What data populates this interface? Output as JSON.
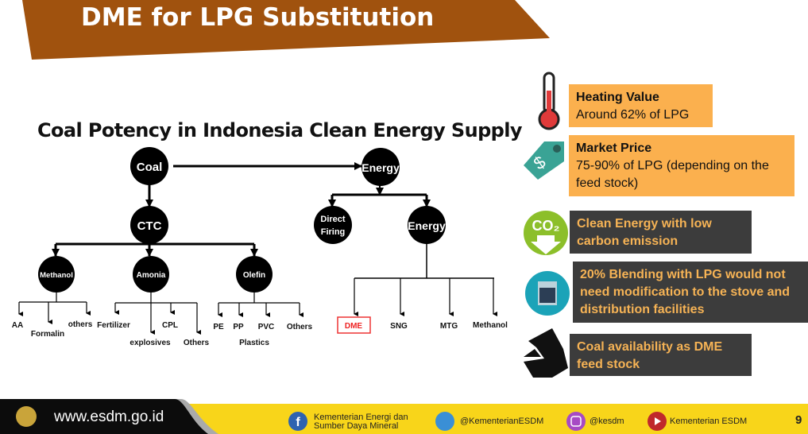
{
  "header": {
    "title": "DME for LPG Substitution",
    "accent": "#A0520E"
  },
  "diagram": {
    "title": "Coal Potency in Indonesia Clean Energy Supply",
    "nodes": {
      "coal": "Coal",
      "energy": "Energy",
      "ctc": "CTC",
      "direct_firing_1": "Direct",
      "direct_firing_2": "Firing",
      "energy2": "Energy",
      "methanol": "Methanol",
      "amonia": "Amonia",
      "olefin": "Olefin"
    },
    "leaves": {
      "aa": "AA",
      "formalin": "Formalin",
      "others1": "others",
      "fertilizer": "Fertilizer",
      "explosives": "explosives",
      "cpl": "CPL",
      "others2": "Others",
      "pe": "PE",
      "pp": "PP",
      "pvc": "PVC",
      "others3": "Others",
      "plastics": "Plastics",
      "dme": "DME",
      "sng": "SNG",
      "mtg": "MTG",
      "methanol": "Methanol"
    }
  },
  "benefits": [
    {
      "title": "Heating Value",
      "text": "Around 62% of LPG",
      "icon": "thermometer-icon"
    },
    {
      "title": "Market Price",
      "text": "75-90% of LPG (depending on the feed stock)",
      "icon": "price-tag-icon"
    },
    {
      "text": "Clean Energy with low carbon emission",
      "icon": "co2-down-icon"
    },
    {
      "text": "20% Blending with LPG would not need modification to the stove and distribution facilities",
      "icon": "stove-icon"
    },
    {
      "text": "Coal availability as DME feed stock",
      "icon": "coal-icon"
    }
  ],
  "footer": {
    "website": "www.esdm.go.id",
    "facebook_1": "Kementerian Energi dan",
    "facebook_2": "Sumber Daya Mineral",
    "twitter": "@KementerianESDM",
    "instagram": "@kesdm",
    "youtube": "Kementerian ESDM",
    "page": "9"
  }
}
